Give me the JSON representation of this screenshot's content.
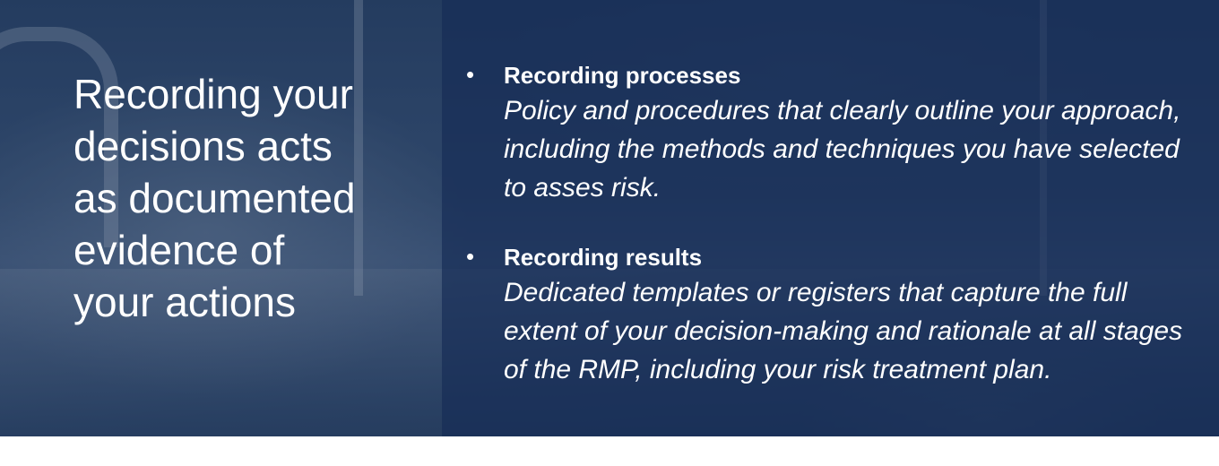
{
  "heading": "Recording your\ndecisions acts\nas documented\nevidence of\nyour actions",
  "bullets": [
    {
      "title": "Recording processes",
      "description": "Policy and procedures that clearly outline your approach, including the methods and techniques you have selected to asses risk."
    },
    {
      "title": "Recording results",
      "description": "Dedicated templates or registers that capture the full extent of your decision-making and rationale at all stages of the RMP, including your risk treatment plan."
    }
  ],
  "colors": {
    "panel": "#162c54",
    "text": "#ffffff"
  }
}
